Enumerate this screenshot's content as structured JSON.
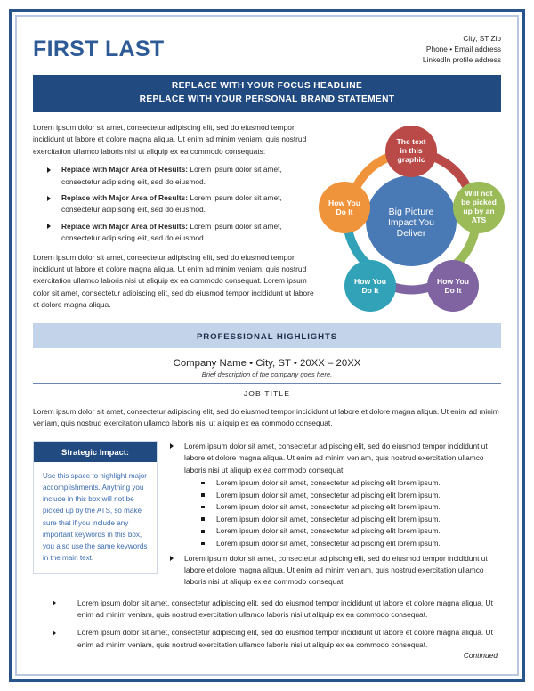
{
  "header": {
    "name": "FIRST LAST",
    "contact": [
      "City, ST Zip",
      "Phone • Email address",
      "LinkedIn profile address"
    ]
  },
  "headline_band": {
    "line1": "REPLACE WITH YOUR FOCUS HEADLINE",
    "line2": "REPLACE WITH YOUR PERSONAL BRAND STATEMENT"
  },
  "summary": {
    "intro": "Lorem ipsum dolor sit amet, consectetur adipiscing elit, sed do eiusmod tempor incididunt ut labore et dolore magna aliqua. Ut enim ad minim veniam, quis nostrud exercitation ullamco laboris nisi ut aliquip ex ea commodo consequats:",
    "bullets": [
      {
        "label": "Replace with Major Area of Results:",
        "text": " Lorem ipsum dolor sit amet, consectetur adipiscing elit, sed do eiusmod."
      },
      {
        "label": "Replace with Major Area of Results:",
        "text": " Lorem ipsum dolor sit amet, consectetur adipiscing elit, sed do eiusmod."
      },
      {
        "label": "Replace with Major Area of Results:",
        "text": " Lorem ipsum dolor sit amet, consectetur adipiscing elit, sed do eiusmod."
      }
    ],
    "closing": "Lorem ipsum dolor sit amet, consectetur adipiscing elit, sed do eiusmod tempor incididunt ut labore et dolore magna aliqua. Ut enim ad minim veniam, quis nostrud exercitation ullamco laboris nisi ut aliquip ex ea commodo consequat. Lorem ipsum dolor sit amet, consectetur adipiscing elit, sed do eiusmod tempor incididunt ut labore et dolore magna aliqua."
  },
  "chart_data": {
    "type": "diagram",
    "diagram_kind": "radial-cycle",
    "center": {
      "label": "Big Picture Impact You Deliver",
      "lines": [
        "Big Picture",
        "Impact You",
        "Deliver"
      ],
      "color": "#4a7ab5"
    },
    "nodes": [
      {
        "label": "The text in this graphic",
        "lines": [
          "The text",
          "in this",
          "graphic"
        ],
        "color": "#b94a48",
        "position": "top"
      },
      {
        "label": "Will not be picked up by an ATS",
        "lines": [
          "Will not",
          "be picked",
          "up by an",
          "ATS"
        ],
        "color": "#9bbb59",
        "position": "right"
      },
      {
        "label": "How You Do It",
        "lines": [
          "How You",
          "Do It"
        ],
        "color": "#8064a2",
        "position": "bottom-right"
      },
      {
        "label": "How You Do It",
        "lines": [
          "How You",
          "Do It"
        ],
        "color": "#31a2b8",
        "position": "bottom-left"
      },
      {
        "label": "How You Do It",
        "lines": [
          "How You",
          "Do It"
        ],
        "color": "#f0943c",
        "position": "left"
      }
    ],
    "arcs": [
      {
        "from": "left",
        "to": "top",
        "color": "#f0943c"
      },
      {
        "from": "top",
        "to": "right",
        "color": "#b94a48"
      },
      {
        "from": "right",
        "to": "bottom-right",
        "color": "#9bbb59"
      },
      {
        "from": "bottom-right",
        "to": "bottom-left",
        "color": "#8064a2"
      },
      {
        "from": "bottom-left",
        "to": "left",
        "color": "#31a2b8"
      }
    ]
  },
  "section": {
    "title": "PROFESSIONAL HIGHLIGHTS"
  },
  "company": {
    "line": "Company Name • City, ST • 20XX – 20XX",
    "description": "Brief description of the company goes here.",
    "job_title": "JOB TITLE",
    "paragraph": "Lorem ipsum dolor sit amet, consectetur adipiscing elit, sed do eiusmod tempor incididunt ut labore et dolore magna aliqua. Ut enim ad minim veniam, quis nostrud exercitation ullamco laboris nisi ut aliquip ex ea commodo consequat."
  },
  "impact_box": {
    "heading": "Strategic Impact:",
    "body": "Use this space to highlight major accomplishments. Anything you include in this box will not be picked up by the ATS, so make sure that if you include any important keywords in this box, you also use the same keywords in the main text."
  },
  "impact_bullets": {
    "first": "Lorem ipsum dolor sit amet, consectetur adipiscing elit, sed do eiusmod tempor incididunt ut labore et dolore magna aliqua. Ut enim ad minim veniam, quis nostrud exercitation ullamco laboris nisi ut aliquip ex ea commodo consequat:",
    "sub": [
      "Lorem ipsum dolor sit amet, consectetur adipiscing elit lorem ipsum.",
      "Lorem ipsum dolor sit amet, consectetur adipiscing elit lorem ipsum.",
      "Lorem ipsum dolor sit amet, consectetur adipiscing elit lorem ipsum.",
      "Lorem ipsum dolor sit amet, consectetur adipiscing elit lorem ipsum.",
      "Lorem ipsum dolor sit amet, consectetur adipiscing elit lorem ipsum.",
      "Lorem ipsum dolor sit amet, consectetur adipiscing elit lorem ipsum."
    ],
    "second": "Lorem ipsum dolor sit amet, consectetur adipiscing elit, sed do eiusmod tempor incididunt ut labore et dolore magna aliqua. Ut enim ad minim veniam, quis nostrud exercitation ullamco laboris nisi ut aliquip ex ea commodo consequat."
  },
  "bottom_bullets": [
    "Lorem ipsum dolor sit amet, consectetur adipiscing elit, sed do eiusmod tempor incididunt ut labore et dolore magna aliqua. Ut enim ad minim veniam, quis nostrud exercitation ullamco laboris nisi ut aliquip ex ea commodo consequat.",
    "Lorem ipsum dolor sit amet, consectetur adipiscing elit, sed do eiusmod tempor incididunt ut labore et dolore magna aliqua. Ut enim ad minim veniam, quis nostrud exercitation ullamco laboris nisi ut aliquip ex ea commodo consequat."
  ],
  "footer": {
    "continued": "Continued"
  },
  "colors": {
    "navy": "#214a80",
    "name_blue": "#2e5b96",
    "band_light": "#c2d3ea",
    "rule": "#6a86b4",
    "sidebar_text": "#3a6bb0",
    "border_outer": "#28548c",
    "border_inner": "#b9c8de"
  }
}
